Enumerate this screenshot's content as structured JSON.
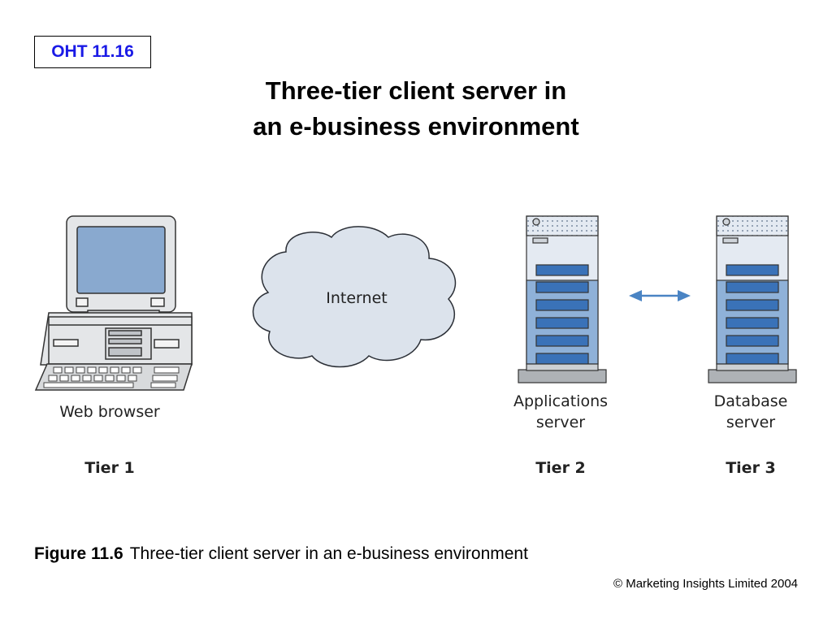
{
  "slide": {
    "label": "OHT 11.16",
    "title_line1": "Three-tier client server in",
    "title_line2": "an e-business environment"
  },
  "diagram": {
    "cloud_label": "Internet",
    "client_label": "Web browser",
    "app_server_label_line1": "Applications",
    "app_server_label_line2": "server",
    "db_server_label_line1": "Database",
    "db_server_label_line2": "server",
    "tier1": "Tier 1",
    "tier2": "Tier 2",
    "tier3": "Tier 3",
    "arrow_color": "#4a84c4",
    "server_blue": "#3a72b8"
  },
  "caption": {
    "figure_number": "Figure 11.6",
    "figure_text": "Three-tier client server in an e-business environment",
    "copyright": "© Marketing Insights Limited 2004"
  }
}
